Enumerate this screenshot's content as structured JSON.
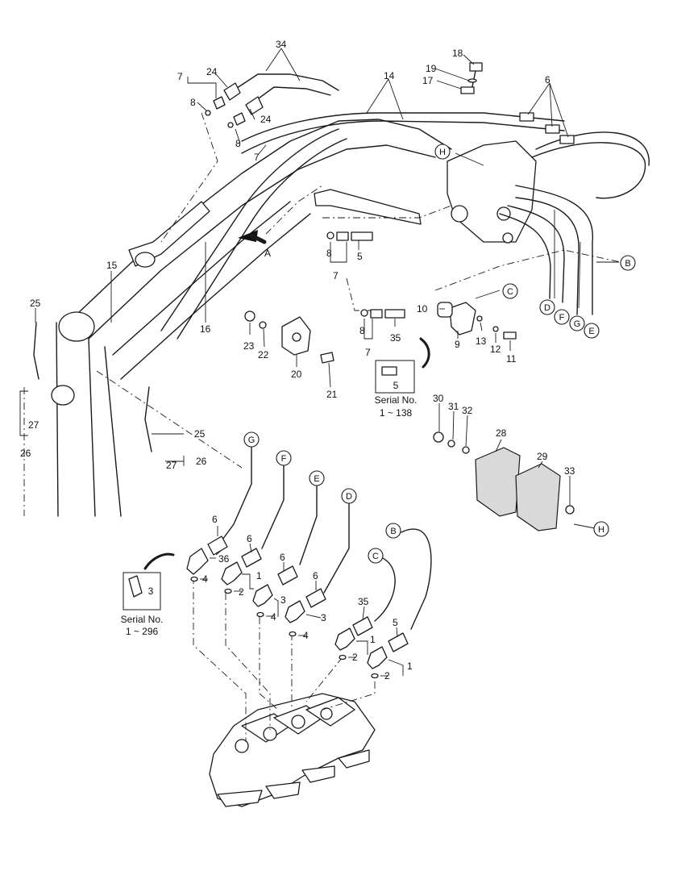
{
  "diagram": {
    "callouts": [
      "1",
      "2",
      "3",
      "4",
      "5",
      "6",
      "7",
      "8",
      "9",
      "10",
      "11",
      "12",
      "13",
      "14",
      "15",
      "16",
      "17",
      "18",
      "19",
      "20",
      "21",
      "22",
      "23",
      "24",
      "25",
      "26",
      "27",
      "28",
      "29",
      "30",
      "31",
      "32",
      "33",
      "34",
      "35",
      "36"
    ],
    "connection_letters": [
      "B",
      "C",
      "D",
      "E",
      "F",
      "G",
      "H"
    ],
    "arrow_label": "A",
    "serial_notes": [
      {
        "title": "Serial No.",
        "range": "1 ~ 138",
        "part": "5"
      },
      {
        "title": "Serial No.",
        "range": "1 ~ 296",
        "part": "3"
      }
    ]
  }
}
